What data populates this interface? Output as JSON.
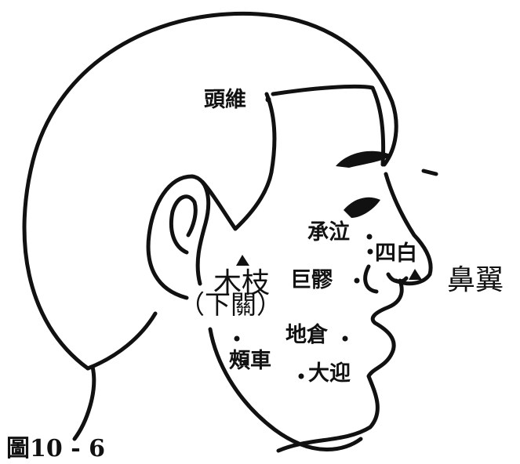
{
  "figure": {
    "caption": "圖10 - 6"
  },
  "points": {
    "touwei": "頭維",
    "chengqi": "承泣",
    "sibai": "四白",
    "juliao": "巨髎",
    "bizhi": "鼻翼",
    "muzhi": "木枝",
    "xiaguan": "（下關）",
    "dicang": "地倉",
    "jiache": "頰車",
    "daying": "大迎"
  },
  "colors": {
    "ink": "#111111",
    "paper": "#ffffff"
  },
  "icons": {
    "extra_point_marker": "triangle",
    "acupoint_marker": "dot"
  }
}
